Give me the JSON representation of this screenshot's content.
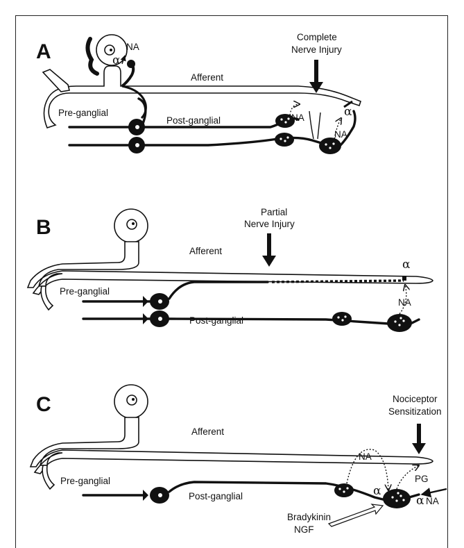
{
  "panels": [
    {
      "letter": "A",
      "afferent": "Afferent",
      "preganglial": "Pre-ganglial",
      "postganglial": "Post-ganglial",
      "injury_line1": "Complete",
      "injury_line2": "Nerve Injury",
      "na_top": "NA",
      "alpha_top": "α",
      "na_1": "NA",
      "na_2": "NA",
      "alpha_right": "α"
    },
    {
      "letter": "B",
      "afferent": "Afferent",
      "preganglial": "Pre-ganglial",
      "postganglial": "Post-ganglial",
      "injury_line1": "Partial",
      "injury_line2": "Nerve Injury",
      "alpha": "α",
      "na": "NA"
    },
    {
      "letter": "C",
      "afferent": "Afferent",
      "preganglial": "Pre-ganglial",
      "postganglial": "Post-ganglial",
      "injury_line1": "Nociceptor",
      "injury_line2": "Sensitization",
      "na_loop": "NA",
      "pg": "PG",
      "alpha_mid": "α",
      "alpha_right": "α",
      "na_right": "NA",
      "factor1": "Bradykinin",
      "factor2": "NGF"
    }
  ]
}
